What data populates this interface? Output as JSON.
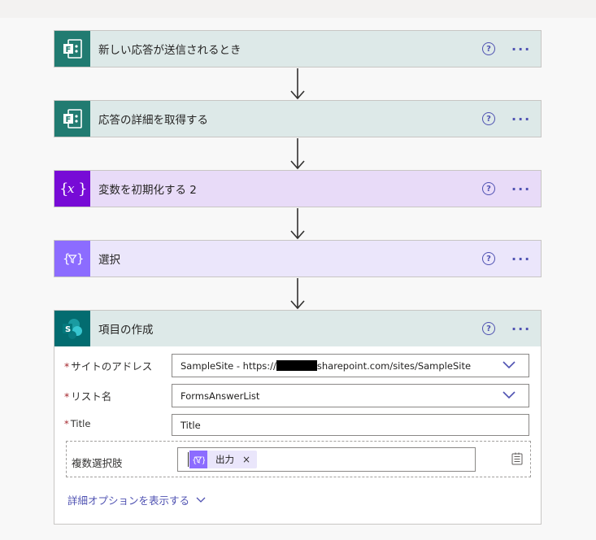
{
  "steps": [
    {
      "title": "新しい応答が送信されるとき",
      "icon": "forms-icon",
      "help": "?",
      "more": "···"
    },
    {
      "title": "応答の詳細を取得する",
      "icon": "forms-icon",
      "help": "?",
      "more": "···"
    },
    {
      "title": "変数を初期化する 2",
      "icon": "variable-icon",
      "help": "?",
      "more": "···"
    },
    {
      "title": "選択",
      "icon": "select-icon",
      "help": "?",
      "more": "···"
    },
    {
      "title": "項目の作成",
      "icon": "sharepoint-icon",
      "help": "?",
      "more": "···"
    }
  ],
  "create_item": {
    "site": {
      "label": "サイトのアドレス",
      "required": "*",
      "value_prefix": "SampleSite - https://",
      "value_suffix": "sharepoint.com/sites/SampleSite"
    },
    "list": {
      "label": "リスト名",
      "required": "*",
      "value": "FormsAnswerList"
    },
    "title_field": {
      "label": "Title",
      "required": "*",
      "value": "Title"
    },
    "multi": {
      "label": "複数選択肢",
      "token_label": "出力",
      "token_close": "×"
    },
    "advanced": "詳細オプションを表示する"
  },
  "colors": {
    "forms": "#217b71",
    "variable": "#770bd6",
    "select": "#8c6cff",
    "sharepoint": "#036c70",
    "accent": "#4f52b2",
    "required": "#a4262c"
  }
}
